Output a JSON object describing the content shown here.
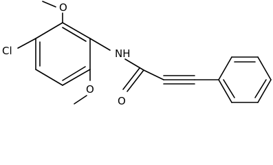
{
  "molecule": {
    "atoms": {
      "cl": "Cl",
      "nh": "NH",
      "o_carbonyl": "O",
      "o_methoxy_top": "O",
      "o_methoxy_bottom": "O"
    }
  },
  "colors": {
    "bond": "#000000",
    "text": "#000000",
    "background": "#ffffff"
  }
}
